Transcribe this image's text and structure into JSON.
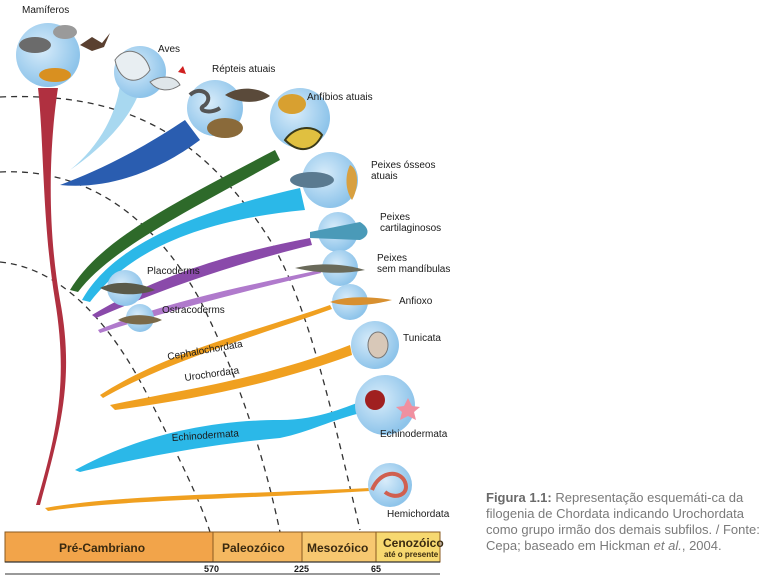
{
  "groups": {
    "mamiferos": "Mamíferos",
    "aves": "Aves",
    "repteis": "Répteis atuais",
    "anfibios": "Anfíbios atuais",
    "peixes_osseos_1": "Peixes ósseos",
    "peixes_osseos_2": "atuais",
    "cartilaginosos_1": "Peixes",
    "cartilaginosos_2": "cartilaginosos",
    "sem_mandibulas_1": "Peixes",
    "sem_mandibulas_2": "sem mandíbulas",
    "anfioxo": "Anfioxo",
    "tunicata": "Tunicata",
    "echinodermata_right": "Echinodermata",
    "hemichordata": "Hemichordata",
    "placoderms": "Placoderms",
    "ostracoderms": "Ostracoderms",
    "cephalochordata": "Cephalochordata",
    "urochordata": "Urochordata",
    "echinodermata_branch": "Echinodermata"
  },
  "timeline": {
    "eras": [
      "Pré-Cambriano",
      "Paleozóico",
      "Mesozóico",
      "Cenozóico"
    ],
    "cenozoico_sub": "até o presente",
    "ticks": [
      "570",
      "225",
      "65"
    ]
  },
  "caption": {
    "figure_label": "Figura 1.1:",
    "text_1": " Representação esquemáti-ca da filogenia de Chordata indicando Urochordata como grupo irmão dos demais subfilos. / Fonte: Cepa; baseado em Hickman ",
    "et_al": "et al.",
    "text_2": ", 2004."
  },
  "colors": {
    "mammals": "#b03040",
    "birds": "#a8d8f0",
    "reptiles": "#2a5db0",
    "amphibians": "#2e6a2a",
    "bony_fish": "#2bb8e8",
    "lampreys": "#8a4aaa",
    "chordates": "#f0a020",
    "echinoderms": "#2bb8e8",
    "timeline": "#f2a44a",
    "cenozoic": "#f7d870"
  }
}
